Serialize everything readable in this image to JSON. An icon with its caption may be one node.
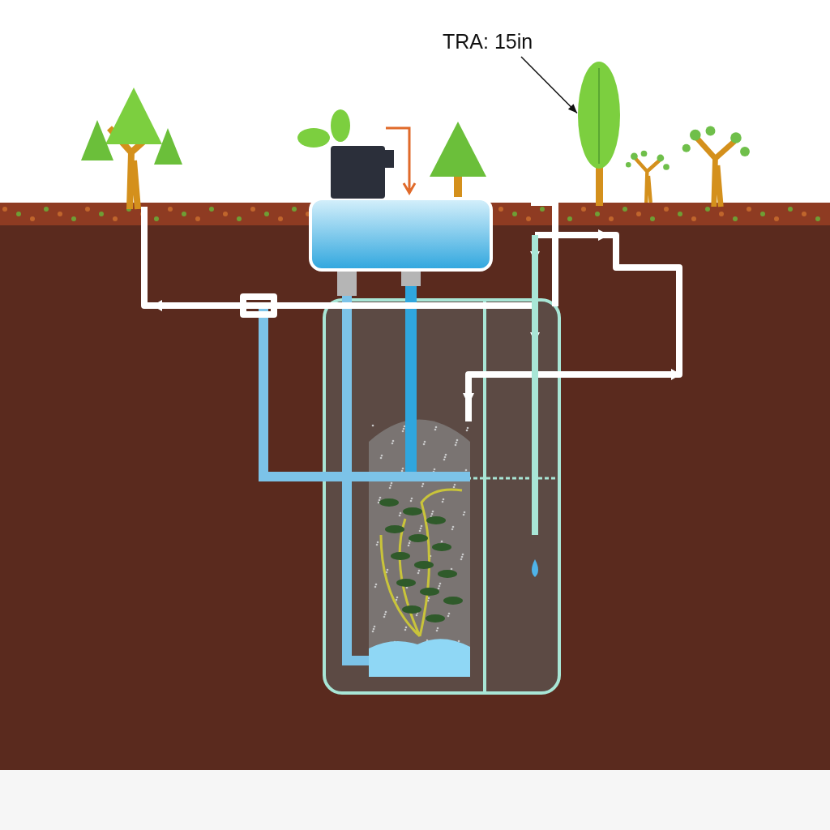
{
  "diagram": {
    "nodes": [
      {
        "text": [
          "TRA: 15in"
        ]
      },
      {
        "text": [],
        "shape": "picture"
      }
    ],
    "edges": [
      {
        "from": 0,
        "to": 1,
        "arrow": "to"
      }
    ]
  }
}
